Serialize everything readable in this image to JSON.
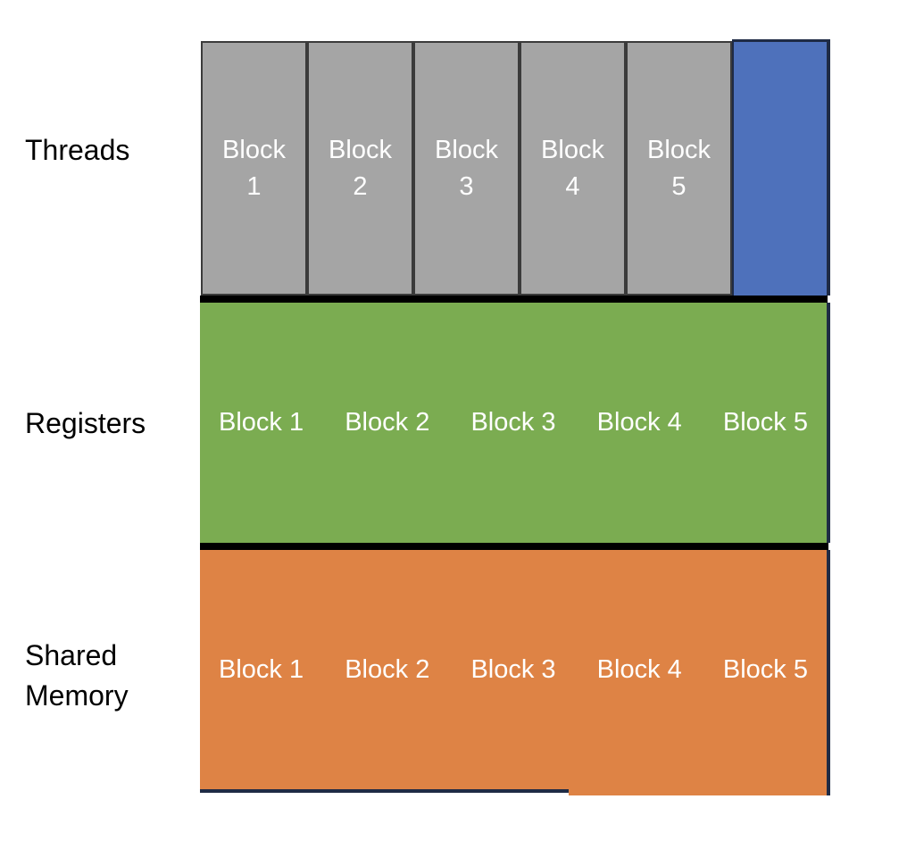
{
  "labels": {
    "threads": "Threads",
    "registers": "Registers",
    "shared_memory": [
      "Shared",
      "Memory"
    ]
  },
  "threads_row": {
    "blocks": [
      {
        "word": "Block",
        "num": "1"
      },
      {
        "word": "Block",
        "num": "2"
      },
      {
        "word": "Block",
        "num": "3"
      },
      {
        "word": "Block",
        "num": "4"
      },
      {
        "word": "Block",
        "num": "5"
      }
    ]
  },
  "registers_row": {
    "blocks": [
      "Block 1",
      "Block 2",
      "Block 3",
      "Block 4",
      "Block 5"
    ]
  },
  "shared_memory_row": {
    "blocks": [
      "Block 1",
      "Block 2",
      "Block 3",
      "Block 4",
      "Block 5"
    ]
  },
  "colors": {
    "thread_block_fill": "#A5A5A5",
    "thread_block_border": "#3B3B3B",
    "extra_block_fill": "#4E71BB",
    "registers_fill": "#7BAC51",
    "shared_memory_fill": "#DE8345",
    "separator": "#000000",
    "outline_navy": "#1F2B45",
    "block_text": "#FFFFFF",
    "label_text": "#000000"
  }
}
